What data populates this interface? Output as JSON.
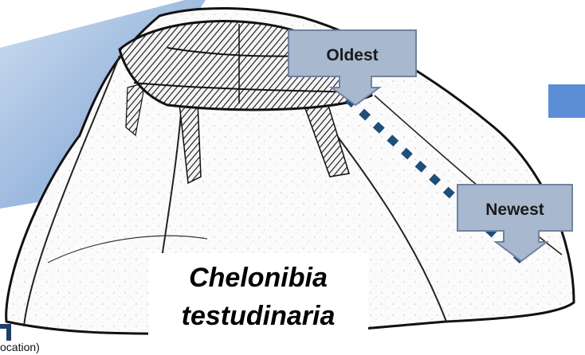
{
  "callouts": {
    "oldest": "Oldest",
    "newest": "Newest"
  },
  "species": {
    "line1": "Chelonibia",
    "line2": "testudinaria"
  },
  "footer_fragment": "ocation)",
  "colors": {
    "callout_fill": "#a8b9cf",
    "callout_border": "#6e83a0",
    "dashed_line": "#1f4e79",
    "accent_square": "#5b8ed4",
    "background_wedge": "#9fbddf",
    "corner_icon": "#1f3f6b"
  },
  "icons": [
    "corner-frame-icon"
  ]
}
